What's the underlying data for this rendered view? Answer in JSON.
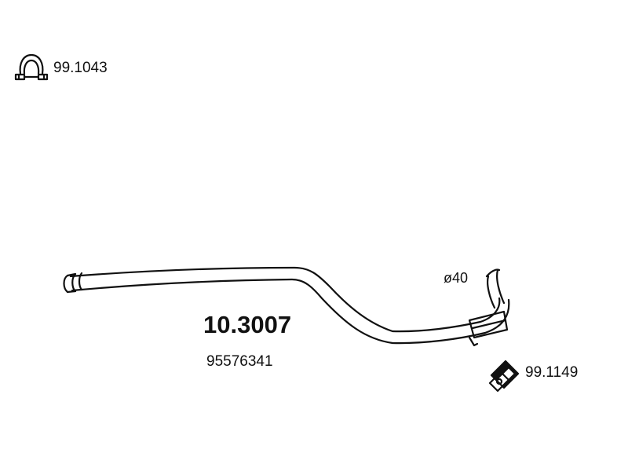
{
  "accessories": {
    "clamp": {
      "code": "99.1043",
      "icon": "pipe-clamp-icon"
    },
    "bracket": {
      "code": "99.1149",
      "icon": "rubber-mount-icon"
    }
  },
  "part": {
    "number": "10.3007",
    "oem_number": "95576341",
    "diameter_label": "ø40"
  },
  "colors": {
    "line": "#111111",
    "background": "#ffffff"
  }
}
